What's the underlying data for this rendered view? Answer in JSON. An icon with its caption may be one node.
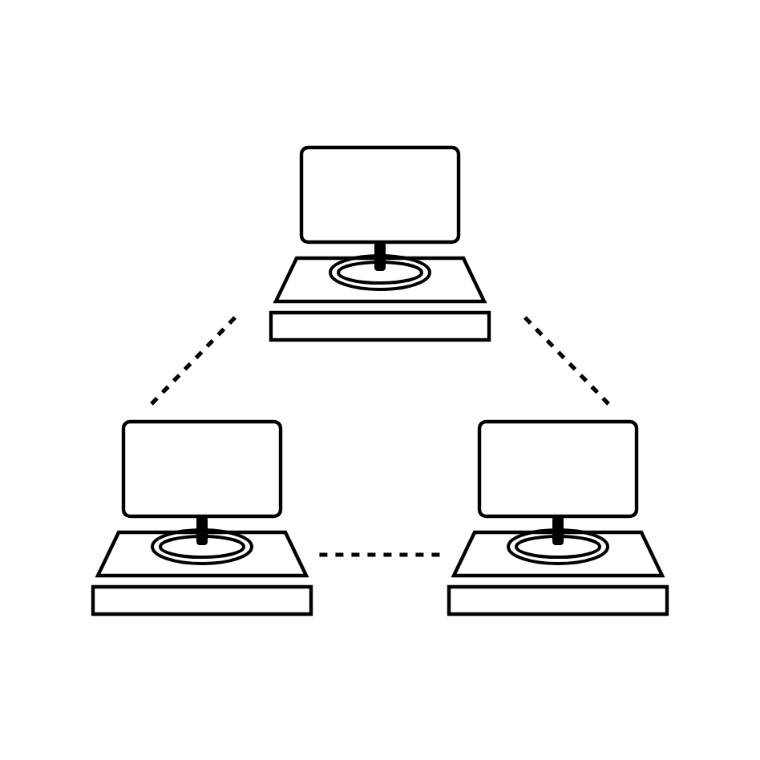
{
  "diagram": {
    "nodes": [
      {
        "text": [],
        "shape": "picture"
      },
      {
        "text": [],
        "shape": "picture"
      },
      {
        "text": [],
        "shape": "picture"
      }
    ],
    "edges": [
      {
        "from": 0,
        "to": 1,
        "arrow": "none",
        "style": "dashed"
      },
      {
        "from": 0,
        "to": 2,
        "arrow": "none",
        "style": "dashed"
      },
      {
        "from": 1,
        "to": 2,
        "arrow": "none",
        "style": "dashed"
      }
    ]
  }
}
